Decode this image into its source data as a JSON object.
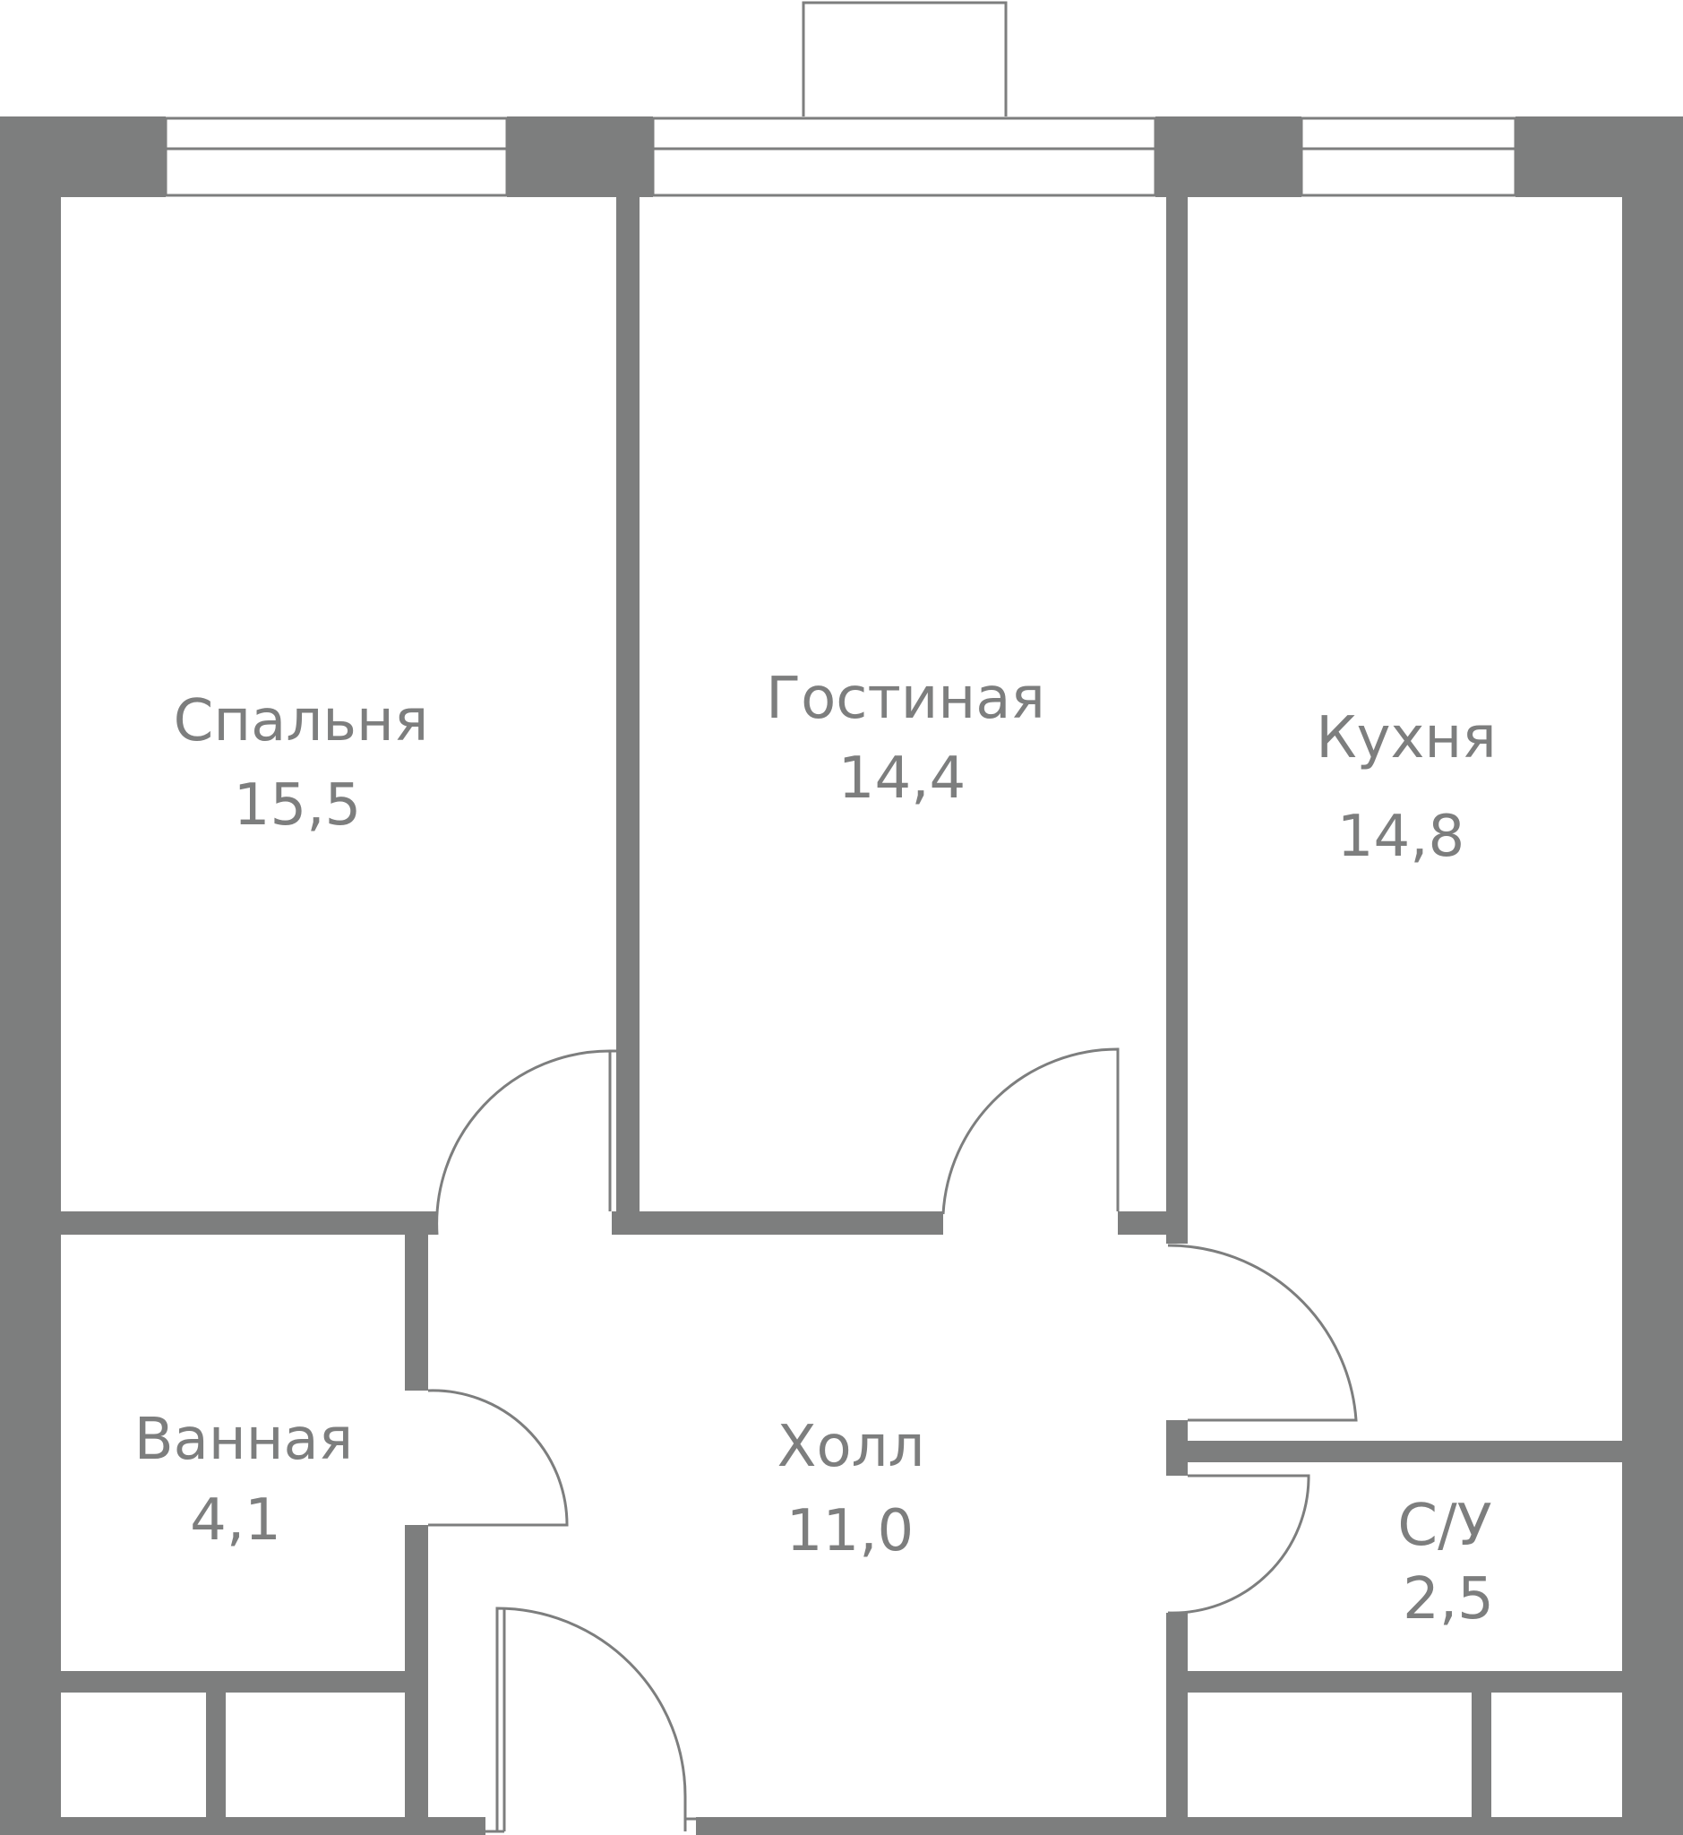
{
  "colors": {
    "wall": "#7d7e7e",
    "background": "#ffffff"
  },
  "rooms": [
    {
      "id": "bedroom",
      "name": "Спальня",
      "area": "15,5"
    },
    {
      "id": "living",
      "name": "Гостиная",
      "area": "14,4"
    },
    {
      "id": "kitchen",
      "name": "Кухня",
      "area": "14,8"
    },
    {
      "id": "bathroom",
      "name": "Ванная",
      "area": "4,1"
    },
    {
      "id": "hall",
      "name": "Холл",
      "area": "11,0"
    },
    {
      "id": "wc",
      "name": "С/У",
      "area": "2,5"
    }
  ]
}
